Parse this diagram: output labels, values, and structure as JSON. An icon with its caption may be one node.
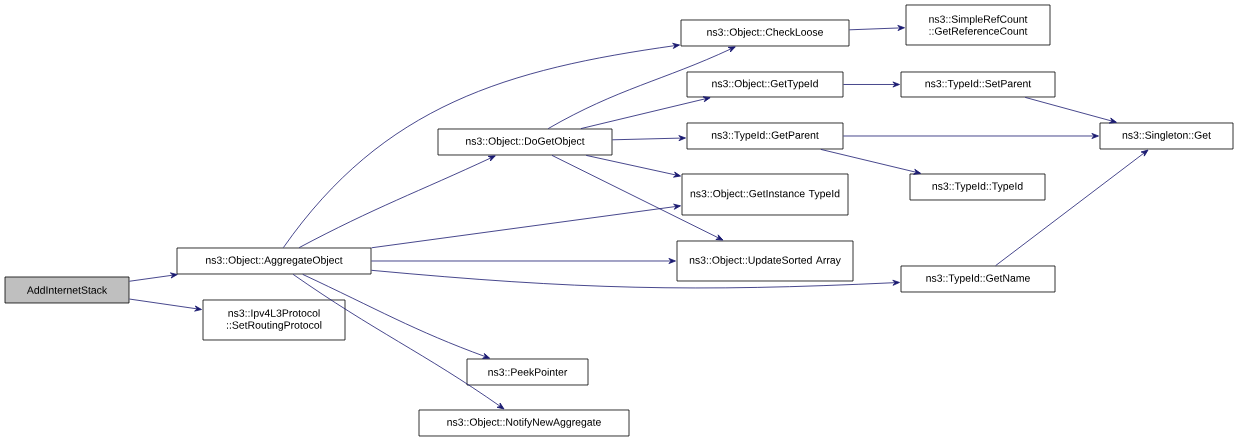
{
  "diagram": {
    "nodes": [
      {
        "text": [
          "AddInternetStack"
        ]
      },
      {
        "text": [
          "ns3::Object::AggregateObject"
        ]
      },
      {
        "text": [
          "ns3::Ipv4L3Protocol ::SetRoutingProtocol"
        ]
      },
      {
        "text": [
          "ns3::Object::DoGetObject"
        ]
      },
      {
        "text": [
          "ns3::PeekPointer"
        ]
      },
      {
        "text": [
          "ns3::Object::NotifyNewAggregate"
        ]
      },
      {
        "text": [
          "ns3::Object::CheckLoose"
        ]
      },
      {
        "text": [
          "ns3::Object::GetTypeId"
        ]
      },
      {
        "text": [
          "ns3::TypeId::GetParent"
        ]
      },
      {
        "text": [
          "ns3::Object::GetInstance TypeId"
        ]
      },
      {
        "text": [
          "ns3::Object::UpdateSorted Array"
        ]
      },
      {
        "text": [
          "ns3::SimpleRefCount ::GetReferenceCount"
        ]
      },
      {
        "text": [
          "ns3::TypeId::SetParent"
        ]
      },
      {
        "text": [
          "ns3::TypeId::TypeId"
        ]
      },
      {
        "text": [
          "ns3::TypeId::GetName"
        ]
      },
      {
        "text": [
          "ns3::Singleton::Get"
        ]
      }
    ],
    "edges": [
      {
        "from": 0,
        "to": 1,
        "arrow": "to"
      },
      {
        "from": 0,
        "to": 2,
        "arrow": "to"
      },
      {
        "from": 1,
        "to": 6,
        "arrow": "to"
      },
      {
        "from": 1,
        "to": 3,
        "arrow": "to"
      },
      {
        "from": 1,
        "to": 9,
        "arrow": "to"
      },
      {
        "from": 1,
        "to": 10,
        "arrow": "to"
      },
      {
        "from": 1,
        "to": 14,
        "arrow": "to"
      },
      {
        "from": 1,
        "to": 4,
        "arrow": "to"
      },
      {
        "from": 1,
        "to": 5,
        "arrow": "to"
      },
      {
        "from": 3,
        "to": 6,
        "arrow": "to"
      },
      {
        "from": 3,
        "to": 7,
        "arrow": "to"
      },
      {
        "from": 3,
        "to": 8,
        "arrow": "to"
      },
      {
        "from": 3,
        "to": 9,
        "arrow": "to"
      },
      {
        "from": 3,
        "to": 10,
        "arrow": "to"
      },
      {
        "from": 6,
        "to": 11,
        "arrow": "to"
      },
      {
        "from": 7,
        "to": 12,
        "arrow": "to"
      },
      {
        "from": 8,
        "to": 15,
        "arrow": "to"
      },
      {
        "from": 8,
        "to": 13,
        "arrow": "to"
      },
      {
        "from": 12,
        "to": 15,
        "arrow": "to"
      },
      {
        "from": 14,
        "to": 15,
        "arrow": "to"
      }
    ]
  }
}
